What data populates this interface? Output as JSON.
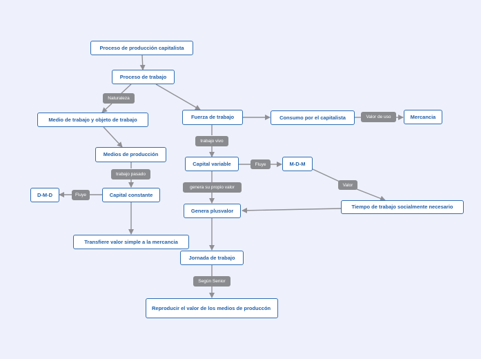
{
  "colors": {
    "background": "#eef1fb",
    "node_border": "#2e6db4",
    "node_text": "#1f5fa8",
    "tag_fill": "#8a8b8f",
    "edge": "#8f8f94"
  },
  "nodes": {
    "proceso_produccion": "Proceso de producción capitalista",
    "proceso_trabajo": "Proceso de trabajo",
    "medio_trabajo": "Medio de trabajo y objeto de trabajo",
    "fuerza_trabajo": "Fuerza de trabajo",
    "consumo": "Consumo por el capitalista",
    "mercancia": "Mercancia",
    "medios_produccion": "Medios de producción",
    "capital_variable": "Capital variable",
    "mdm": "M-D-M",
    "dmd": "D-M-D",
    "capital_constante": "Capital constante",
    "genera_plusvalor": "Genera plusvalor",
    "tiempo_trabajo": "Tiempo de trabajo socialmente necesario",
    "transfiere": "Transfiere valor simple a la mercancia",
    "jornada": "Jornada de trabajo",
    "reproducir": "Reproducir el valor de los medios de produccón"
  },
  "tags": {
    "naturaleza": "Naturaleza",
    "valor_de_uso": "Valor de uso",
    "trabajo_vivo": "trabajo vivo",
    "fluye_1": "Fluye",
    "trabajo_pasado": "trabajo pasado",
    "valor": "Valor",
    "fluye_2": "Fluye",
    "genera_propio_valor": "genera su propio valor",
    "segun_senior": "Según Senior"
  }
}
